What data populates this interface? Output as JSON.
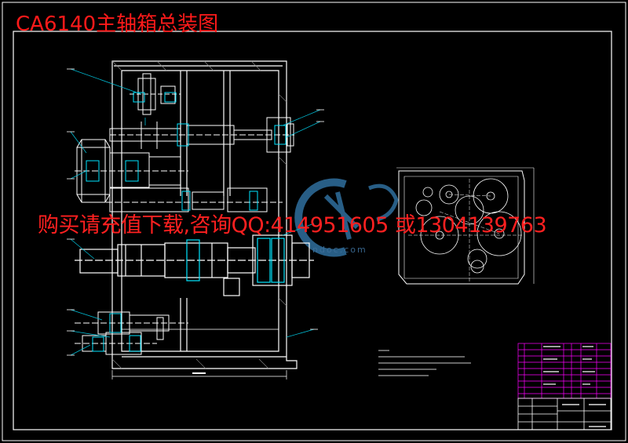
{
  "drawing": {
    "title": "CA6140主轴箱总装图",
    "contact": "购买请充值下载,咨询QQ:414951605 或1304139763",
    "watermark": "ndoc.com"
  },
  "colors": {
    "background": "#000000",
    "frame": "#ffffff",
    "part_lines": "#ffffff",
    "bearings": "#00e5ff",
    "leaders": "#00bcd4",
    "title_text": "#ff1a1a",
    "table_lines": "#ff00ff"
  }
}
